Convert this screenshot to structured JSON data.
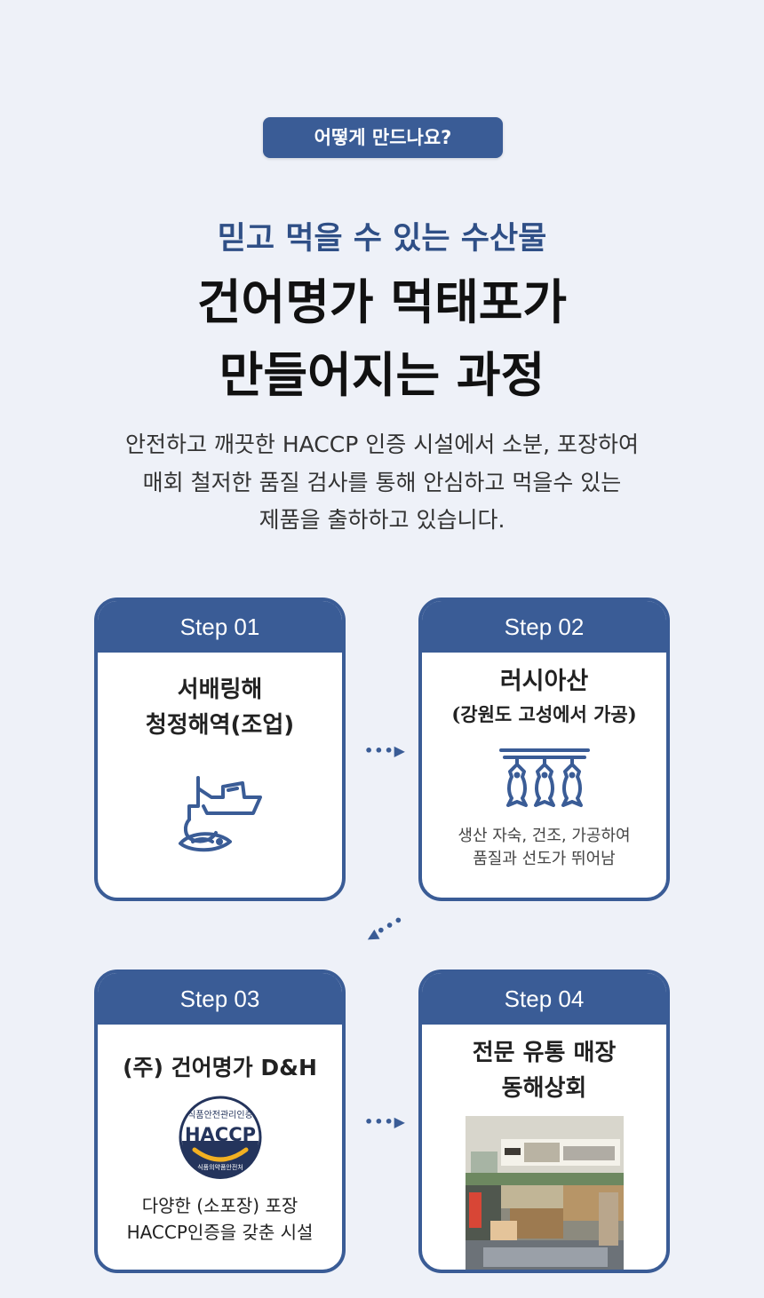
{
  "badge": "어떻게 만드나요?",
  "subtitle": "믿고 먹을 수 있는 수산물",
  "title": [
    "건어명가 먹태포가",
    "만들어지는 과정"
  ],
  "description": [
    "안전하고 깨끗한 HACCP 인증 시설에서 소분, 포장하여",
    "매회 철저한 품질 검사를 통해 안심하고 먹을수 있는",
    "제품을 출하하고 있습니다."
  ],
  "steps": [
    {
      "label": "Step 01",
      "heading": [
        "서배링해",
        "청정해역(조업)"
      ],
      "icon": "fishing-boat-icon"
    },
    {
      "label": "Step 02",
      "heading": [
        "러시아산",
        "(강원도 고성에서 가공)"
      ],
      "icon": "drying-fish-icon",
      "note": [
        "생산 자숙, 건조, 가공하여",
        "품질과 선도가 뛰어남"
      ]
    },
    {
      "label": "Step 03",
      "heading": [
        "(주) 건어명가 D&H"
      ],
      "icon": "haccp-seal-icon",
      "seal": {
        "top": "식품안전관리인증",
        "main": "HACCP",
        "bottom": "식품의약품안전처"
      },
      "note": [
        "다양한 (소포장) 포장",
        "HACCP인증을 갖춘 시설"
      ]
    },
    {
      "label": "Step 04",
      "heading": [
        "전문 유통 매장",
        "동해상회"
      ],
      "image": "store-photo"
    }
  ],
  "colors": {
    "accent": "#3a5c96",
    "background": "#eef1f8"
  }
}
